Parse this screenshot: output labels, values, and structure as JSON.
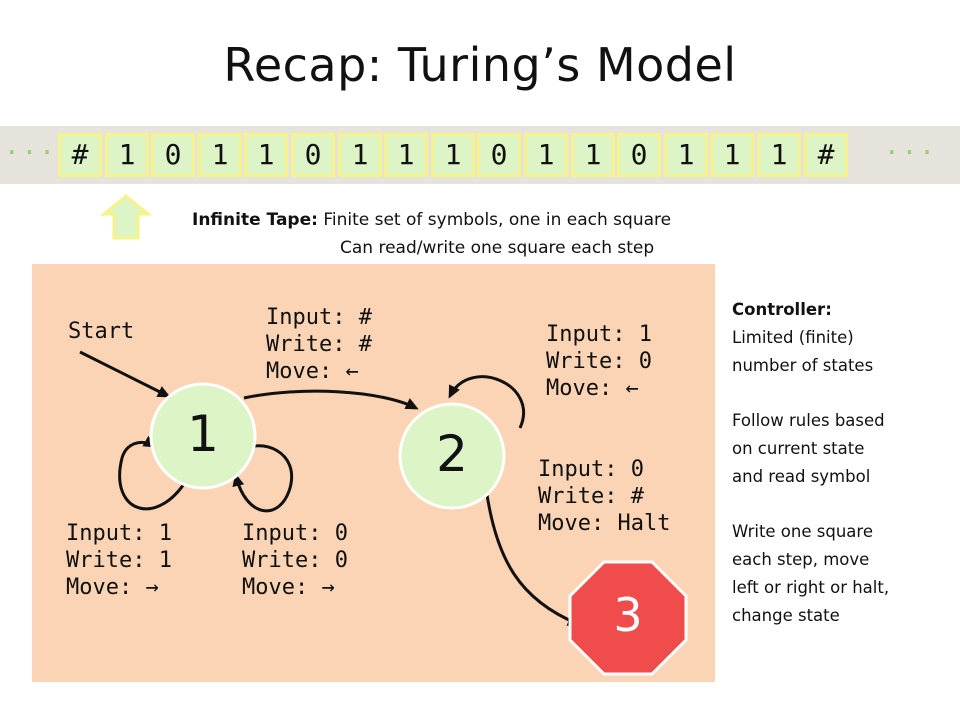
{
  "title": "Recap: Turing’s Model",
  "tape": {
    "ellipsis_left": "···",
    "ellipsis_right": "···",
    "symbols": [
      "#",
      "1",
      "0",
      "1",
      "1",
      "0",
      "1",
      "1",
      "1",
      "0",
      "1",
      "1",
      "0",
      "1",
      "1",
      "1",
      "#"
    ],
    "head_symbol": "up-arrow-icon",
    "note_label": "Infinite Tape:",
    "note_line1": "Finite set of symbols, one in each square",
    "note_line2": "Can read/write one square each step"
  },
  "diagram": {
    "start_label": "Start",
    "states": [
      {
        "id": "1",
        "fill": "#ddf5c6"
      },
      {
        "id": "2",
        "fill": "#ddf5c6"
      },
      {
        "id": "3",
        "fill": "#f04c4c",
        "shape": "octagon"
      }
    ],
    "transitions": [
      {
        "from": "1",
        "to": "2",
        "lines": [
          "Input: #",
          "Write: #",
          "Move: ←"
        ]
      },
      {
        "from": "2",
        "to": "2",
        "lines": [
          "Input: 1",
          "Write: 0",
          "Move: ←"
        ]
      },
      {
        "from": "1",
        "to": "1",
        "side": "left",
        "lines": [
          "Input: 1",
          "Write: 1",
          "Move: →"
        ]
      },
      {
        "from": "1",
        "to": "1",
        "side": "right",
        "lines": [
          "Input: 0",
          "Write: 0",
          "Move: →"
        ]
      },
      {
        "from": "2",
        "to": "3",
        "lines": [
          "Input: 0",
          "Write: #",
          "Move: Halt"
        ]
      }
    ]
  },
  "controller": {
    "heading": "Controller:",
    "para1": [
      "Limited (finite)",
      "number of states"
    ],
    "para2": [
      "Follow rules based",
      "on current state",
      "and read symbol"
    ],
    "para3": [
      "Write one square",
      "each step, move",
      "left or right or halt,",
      "change state"
    ]
  },
  "colors": {
    "panel": "#fad4b4",
    "tape_strip": "#e6e2dc",
    "cell_fill": "#ddf5c6",
    "cell_border": "#f6f38c",
    "state_fill": "#ddf5c6",
    "halt_fill": "#f04c4c"
  }
}
